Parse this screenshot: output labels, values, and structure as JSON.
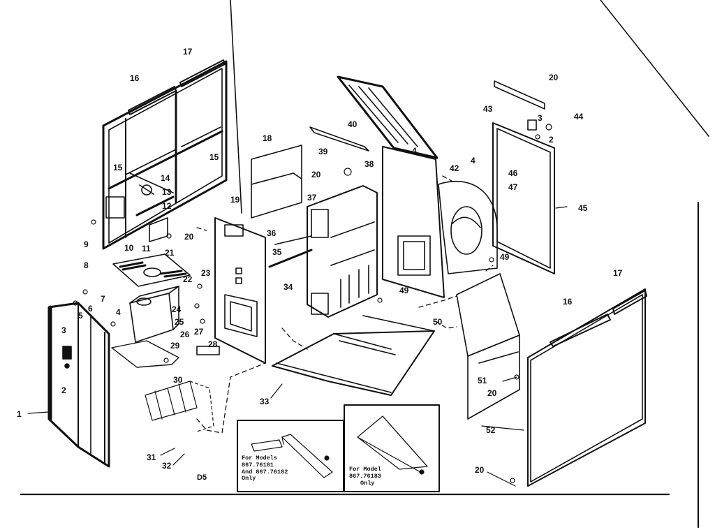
{
  "diagram": {
    "code": "D5",
    "labels": {
      "n1": "1",
      "n2": "2",
      "n3": "3",
      "n4": "4",
      "n5": "5",
      "n6": "6",
      "n7": "7",
      "n8": "8",
      "n9": "9",
      "n10": "10",
      "n11": "11",
      "n12": "12",
      "n13": "13",
      "n14": "14",
      "n15": "15",
      "n16": "16",
      "n17": "17",
      "n18": "18",
      "n19": "19",
      "n20": "20",
      "n21": "21",
      "n22": "22",
      "n23": "23",
      "n24": "24",
      "n25": "25",
      "n26": "26",
      "n27": "27",
      "n28": "28",
      "n29": "29",
      "n30": "30",
      "n31": "31",
      "n32": "32",
      "n33": "33",
      "n34": "34",
      "n35": "35",
      "n36": "36",
      "n37": "37",
      "n38": "38",
      "n39": "39",
      "n40": "40",
      "n42": "42",
      "n43": "43",
      "n44": "44",
      "n45": "45",
      "n46": "46",
      "n47": "47",
      "n49": "49",
      "n50": "50",
      "n51": "51",
      "n52": "52"
    },
    "inset_left": {
      "line1": "For Models",
      "line2": "867.76181",
      "line3": "And 867.76182",
      "line4": "Only"
    },
    "inset_right": {
      "line1": "For Model",
      "line2": "867.76183",
      "line3": "Only"
    }
  }
}
